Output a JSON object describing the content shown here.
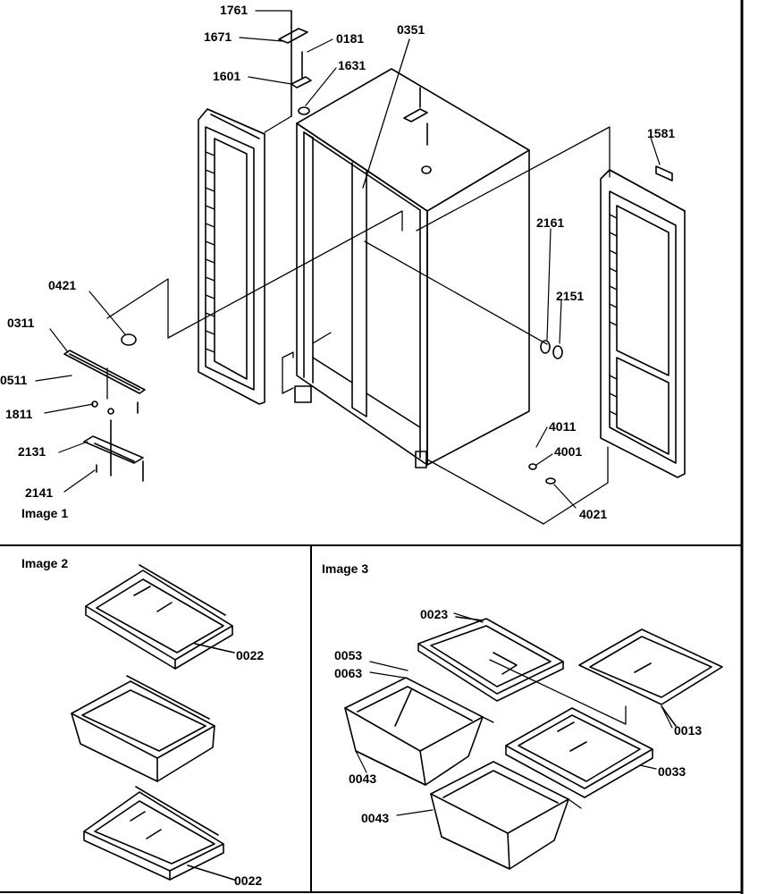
{
  "image_labels": {
    "image1": "Image 1",
    "image2": "Image 2",
    "image3": "Image 3"
  },
  "parts": {
    "p1761": "1761",
    "p1671": "1671",
    "p0181": "0181",
    "p1601": "1601",
    "p1631": "1631",
    "p0351": "0351",
    "p1581": "1581",
    "p2161": "2161",
    "p2151": "2151",
    "p0421": "0421",
    "p0311": "0311",
    "p0511": "0511",
    "p1811": "1811",
    "p2131": "2131",
    "p2141": "2141",
    "p4011": "4011",
    "p4001": "4001",
    "p4021": "4021",
    "p0022a": "0022",
    "p0022b": "0022",
    "p0023": "0023",
    "p0053": "0053",
    "p0063": "0063",
    "p0043a": "0043",
    "p0043b": "0043",
    "p0013": "0013",
    "p0033": "0033"
  },
  "colors": {
    "line": "#000000",
    "background": "#ffffff"
  }
}
